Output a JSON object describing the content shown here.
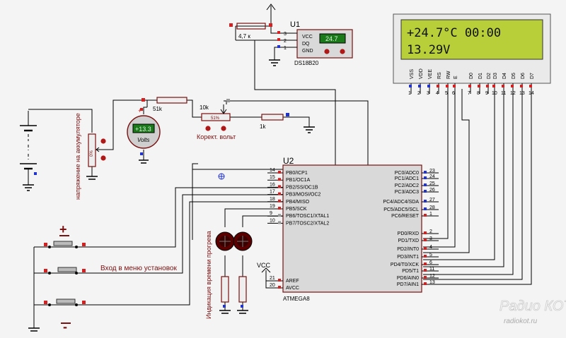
{
  "u1": {
    "ref": "U1",
    "pins": [
      "VCC",
      "DQ",
      "GND"
    ],
    "pin_numbers": [
      "3",
      "2",
      "1"
    ],
    "display": "24.7",
    "part": "DS18B20"
  },
  "r_top": "4,7 к",
  "r_51k": "51k",
  "r_10k": "10k",
  "pot_pct": "51%",
  "r_1k": "1k",
  "pot_label": "Корект. вольт",
  "voltmeter": {
    "value": "+13.3",
    "unit": "Volts"
  },
  "battery_label": "напряжение на аккумуляторе",
  "batt_pot_pct": "0%",
  "lcd": {
    "line1": "+24.7°C  00:00",
    "line2": "13.29V",
    "pins": [
      "VSS",
      "VDD",
      "VEE",
      "RS",
      "RW",
      "E",
      "D0",
      "D1",
      "D2",
      "D3",
      "D4",
      "D5",
      "D6",
      "D7"
    ],
    "pin_numbers": [
      "1",
      "2",
      "3",
      "4",
      "5",
      "6",
      "7",
      "8",
      "9",
      "10",
      "11",
      "12",
      "13",
      "14"
    ]
  },
  "u2": {
    "ref": "U2",
    "part": "ATMEGA8",
    "left_pins": [
      {
        "num": "14",
        "name": "PB0/ICP1"
      },
      {
        "num": "15",
        "name": "PB1/OC1A"
      },
      {
        "num": "16",
        "name": "PB2/SS/OC1B"
      },
      {
        "num": "17",
        "name": "PB3/MOSI/OC2"
      },
      {
        "num": "18",
        "name": "PB4/MISO"
      },
      {
        "num": "19",
        "name": "PB5/SCK"
      },
      {
        "num": "9",
        "name": "PB6/TOSC1/XTAL1"
      },
      {
        "num": "10",
        "name": "PB7/TOSC2/XTAL2"
      }
    ],
    "power_pins": [
      {
        "num": "21",
        "name": "AREF"
      },
      {
        "num": "20",
        "name": "AVCC"
      }
    ],
    "right_pins": [
      {
        "num": "23",
        "name": "PC0/ADC0"
      },
      {
        "num": "24",
        "name": "PC1/ADC1"
      },
      {
        "num": "25",
        "name": "PC2/ADC2"
      },
      {
        "num": "26",
        "name": "PC3/ADC3"
      },
      {
        "num": "27",
        "name": "PC4/ADC4/SDA"
      },
      {
        "num": "28",
        "name": "PC5/ADC5/SCL"
      },
      {
        "num": "1",
        "name": "PC6/RESET"
      },
      {
        "num": "2",
        "name": "PD0/RXD"
      },
      {
        "num": "3",
        "name": "PD1/TXD"
      },
      {
        "num": "4",
        "name": "PD2/INT0"
      },
      {
        "num": "5",
        "name": "PD3/INT1"
      },
      {
        "num": "6",
        "name": "PD4/T0/XCK"
      },
      {
        "num": "11",
        "name": "PD5/T1"
      },
      {
        "num": "12",
        "name": "PD6/AIN0"
      },
      {
        "num": "13",
        "name": "PD7/AIN1"
      }
    ]
  },
  "vcc_label": "VCC",
  "menu_label": "Вход в меню установок",
  "led_label": "Индикация времени прогрева",
  "btn_plus": "+",
  "btn_minus": "-",
  "watermark": {
    "line1": "Радио КОТ",
    "line2": "radiokot.ru"
  },
  "colors": {
    "wire": "#000000",
    "component": "#7a1010",
    "lcd_bg": "#b8cf3a",
    "pin_red": "#d42020",
    "pin_blue": "#2233cc"
  }
}
